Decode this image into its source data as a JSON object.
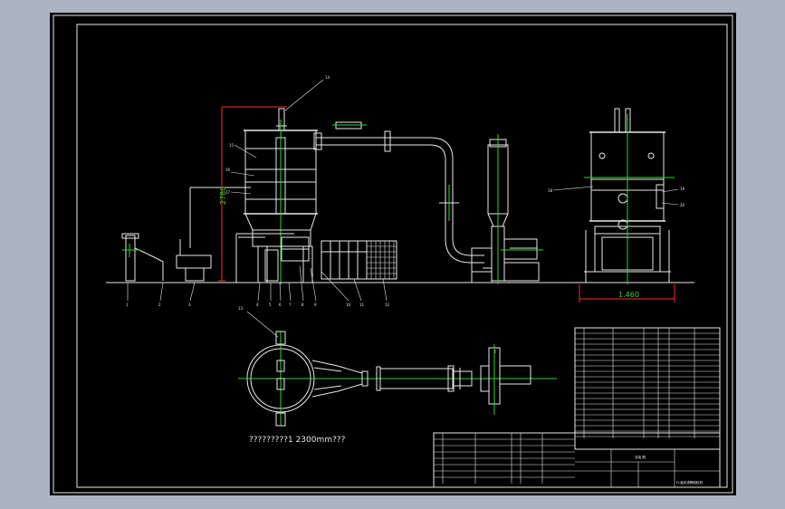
{
  "drawing": {
    "dimensions": {
      "total_height": "2780",
      "front_width": "1.460"
    },
    "top_view_caption": "?????????1   2300mm???",
    "leader_labels": {
      "l1": "1",
      "l2": "2",
      "l3": "3",
      "l4": "4",
      "l5": "5",
      "l6": "6",
      "l7": "7",
      "l8": "8",
      "l9": "9",
      "l10": "10",
      "l11": "11",
      "l12": "12",
      "l13": "13",
      "l14": "14",
      "l15": "15",
      "l16": "16",
      "l17": "17",
      "l18": "18",
      "l19": "19",
      "l20": "20"
    },
    "title_block": {
      "drawing_title": "FL高效沸腾制粒机",
      "sheet_mark": "总装 图"
    }
  }
}
